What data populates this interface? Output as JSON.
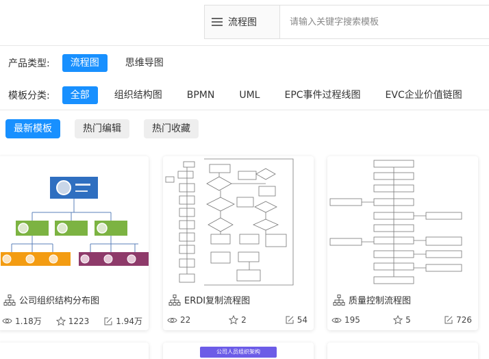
{
  "search": {
    "type_label": "流程图",
    "placeholder": "请输入关键字搜索模板"
  },
  "filters": {
    "product_label": "产品类型:",
    "products": [
      "流程图",
      "思维导图"
    ],
    "category_label": "模板分类:",
    "categories": [
      "全部",
      "组织结构图",
      "BPMN",
      "UML",
      "EPC事件过程线图",
      "EVC企业价值链图"
    ]
  },
  "sort_tabs": [
    "最新模板",
    "热门编辑",
    "热门收藏"
  ],
  "cards": [
    {
      "title": "公司组织结构分布图",
      "views": "1.18万",
      "stars": "1223",
      "edits": "1.94万"
    },
    {
      "title": "ERDI复制流程图",
      "views": "22",
      "stars": "2",
      "edits": "54"
    },
    {
      "title": "质量控制流程图",
      "views": "195",
      "stars": "5",
      "edits": "726"
    }
  ],
  "partial_card": {
    "banner": "公司人员组织架构"
  },
  "colors": {
    "accent": "#1890ff",
    "org_blue": "#2f6fc0",
    "org_green": "#7cb342",
    "org_orange": "#f39c12",
    "org_purple": "#8e3a6a"
  }
}
